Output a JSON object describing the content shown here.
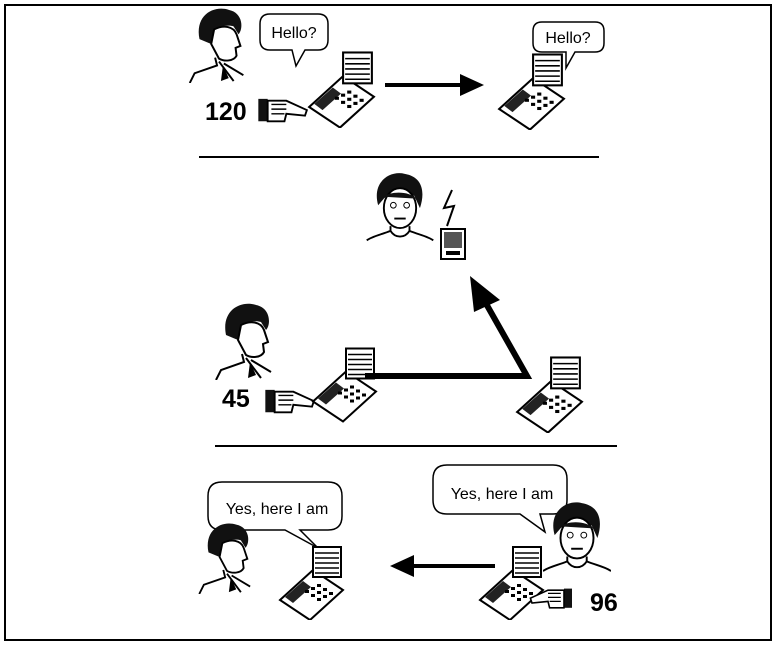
{
  "panel1": {
    "caller_number": "120",
    "caller_speech": "Hello?",
    "receiver_speech": "Hello?"
  },
  "panel2": {
    "caller_number": "45"
  },
  "panel3": {
    "left_speech": "Yes, here I am",
    "right_speech": "Yes, here I am",
    "responder_number": "96"
  }
}
